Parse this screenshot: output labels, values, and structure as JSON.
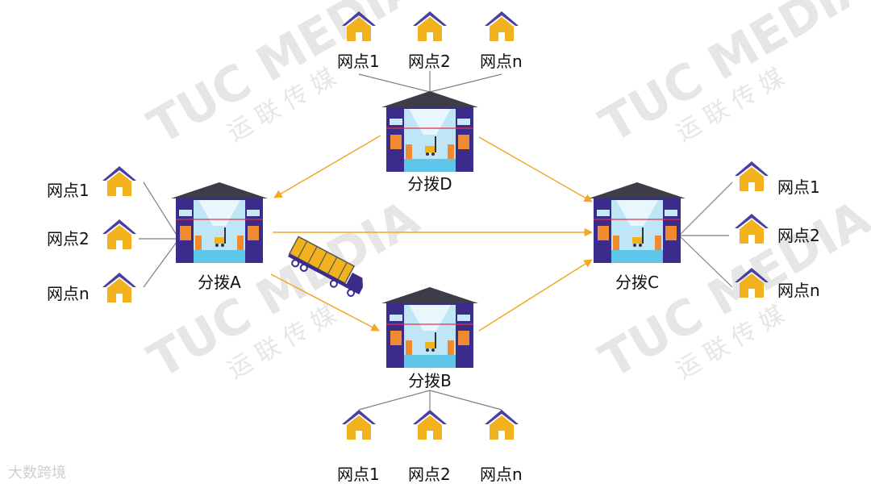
{
  "hubs": {
    "A": {
      "label": "分拨A"
    },
    "B": {
      "label": "分拨B"
    },
    "C": {
      "label": "分拨C"
    },
    "D": {
      "label": "分拨D"
    }
  },
  "outlets": {
    "D": [
      "网点1",
      "网点2",
      "网点n"
    ],
    "A": [
      "网点1",
      "网点2",
      "网点n"
    ],
    "C": [
      "网点1",
      "网点2",
      "网点n"
    ],
    "B": [
      "网点1",
      "网点2",
      "网点n"
    ]
  },
  "watermark": {
    "brand": "TUC MEDIA",
    "brand_cn": "运 联 传 媒",
    "corner_logo": "大数跨境"
  },
  "colors": {
    "arrow": "#f2a822",
    "house_body": "#f2b21e",
    "house_roof": "#4b3fa0",
    "warehouse_roof": "#3d3d4a",
    "warehouse_wall": "#3b2c8c",
    "link_line": "#808080"
  }
}
